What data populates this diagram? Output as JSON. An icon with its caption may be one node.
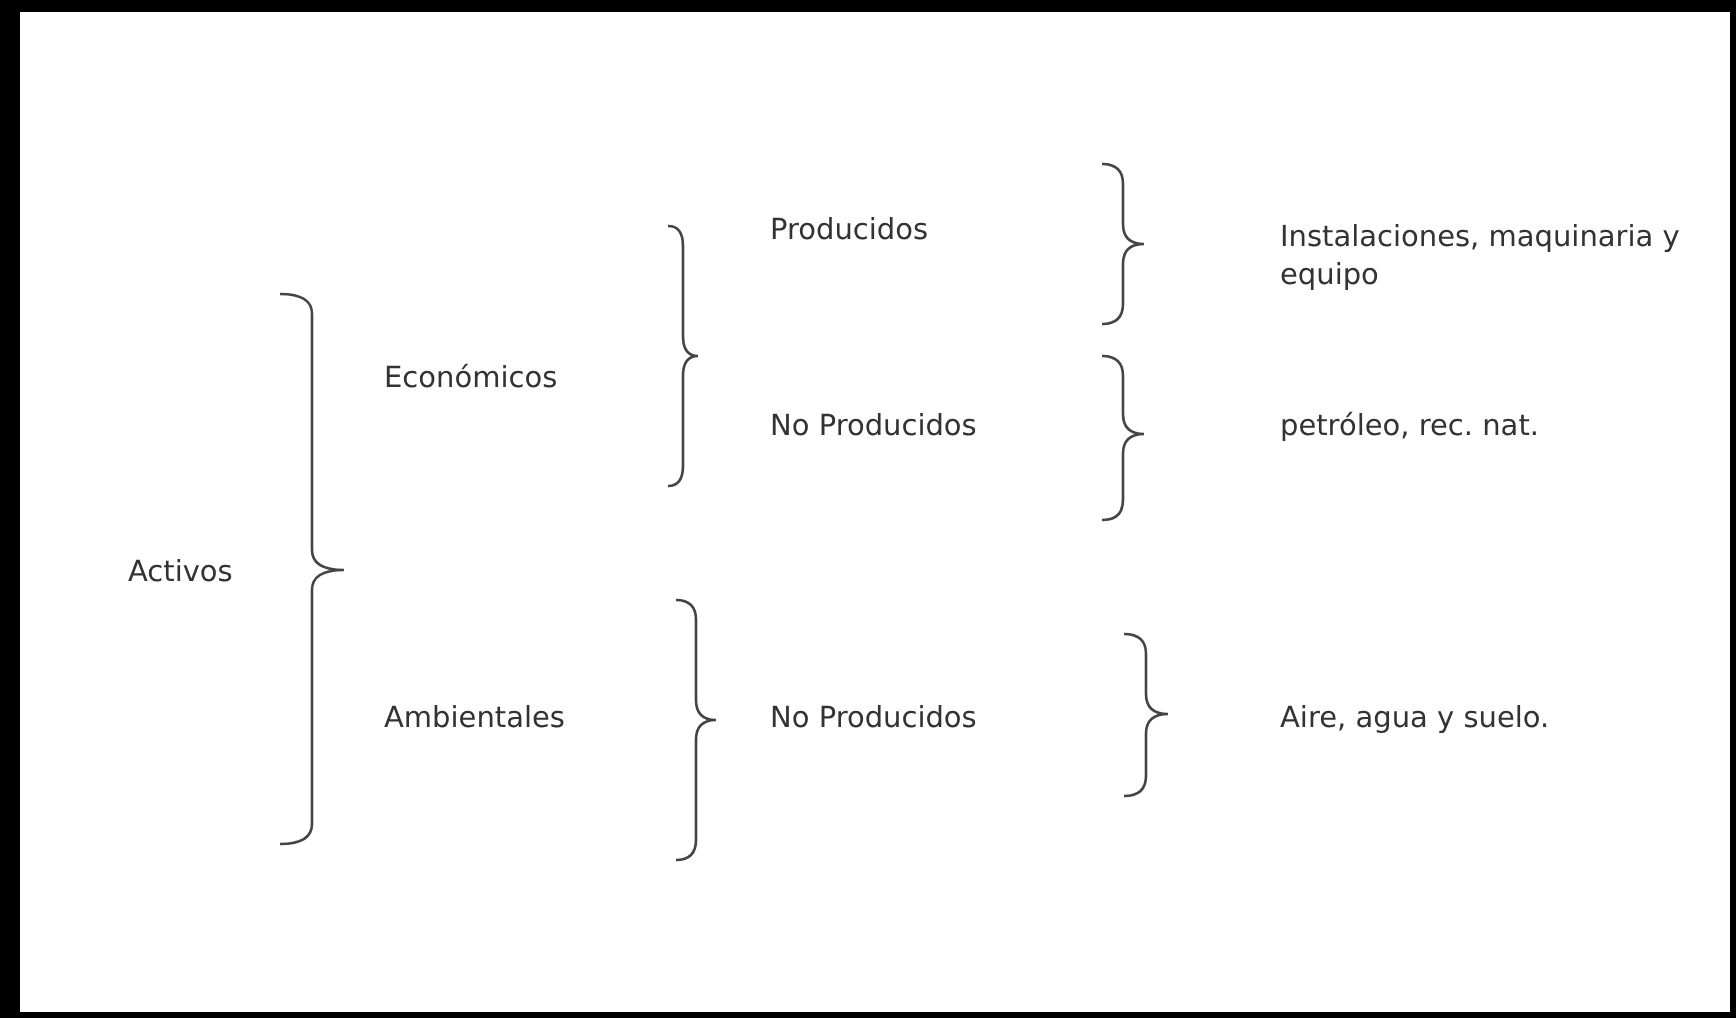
{
  "diagram": {
    "nodes": [
      {
        "text": [
          "Activos"
        ]
      },
      {
        "text": [
          "Económicos"
        ]
      },
      {
        "text": [
          "Ambientales"
        ]
      },
      {
        "text": [
          "Producidos"
        ]
      },
      {
        "text": [
          "No Producidos"
        ]
      },
      {
        "text": [
          "No Producidos"
        ]
      },
      {
        "text": [
          "Instalaciones, maquinaria y equipo"
        ]
      },
      {
        "text": [
          "petróleo, rec. nat."
        ]
      },
      {
        "text": [
          "Aire, agua y suelo."
        ]
      }
    ]
  }
}
